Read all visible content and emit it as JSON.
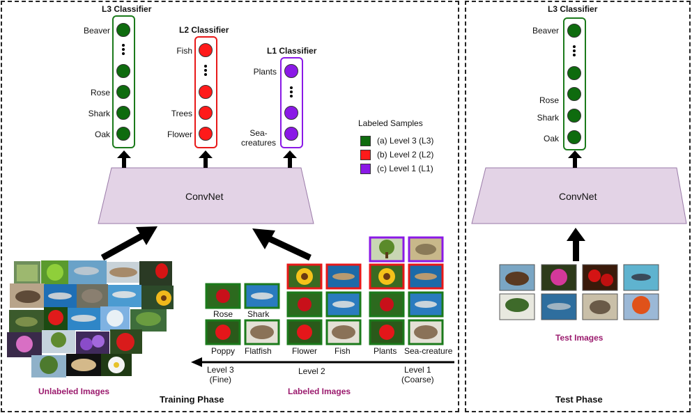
{
  "training": {
    "phase_label": "Training Phase",
    "unlabeled_label": "Unlabeled Images",
    "labeled_label": "Labeled Images",
    "convnet_label": "ConvNet",
    "l3": {
      "title": "L3 Classifier",
      "labels": [
        "Beaver",
        "Rose",
        "Shark",
        "Oak"
      ],
      "color": "#1b7a1b"
    },
    "l2": {
      "title": "L2 Classifier",
      "labels": [
        "Fish",
        "Trees",
        "Flower"
      ],
      "color": "#e81818"
    },
    "l1": {
      "title": "L1 Classifier",
      "labels": [
        "Plants",
        "Sea-\ncreatures"
      ],
      "color": "#8a19e6"
    },
    "legend": {
      "title": "Labeled Samples",
      "items": [
        "(a) Level 3 (L3)",
        "(b) Level 2 (L2)",
        "(c) Level 1 (L1)"
      ],
      "colors": [
        "#0e6b0e",
        "#ff1a1a",
        "#8a19e6"
      ]
    },
    "grid_labels": {
      "l3_top": [
        "Rose",
        "Shark"
      ],
      "l3_bottom": [
        "Poppy",
        "Flatfish"
      ],
      "l2": [
        "Flower",
        "Fish"
      ],
      "l1": [
        "Plants",
        "Sea-creature"
      ]
    },
    "axis": {
      "level3": "Level 3\n(Fine)",
      "level2": "Level 2",
      "level1": "Level 1\n(Coarse)"
    }
  },
  "test": {
    "phase_label": "Test Phase",
    "images_label": "Test Images",
    "convnet_label": "ConvNet",
    "l3": {
      "title": "L3 Classifier",
      "labels": [
        "Beaver",
        "Rose",
        "Shark",
        "Oak"
      ],
      "color": "#1b7a1b"
    }
  }
}
